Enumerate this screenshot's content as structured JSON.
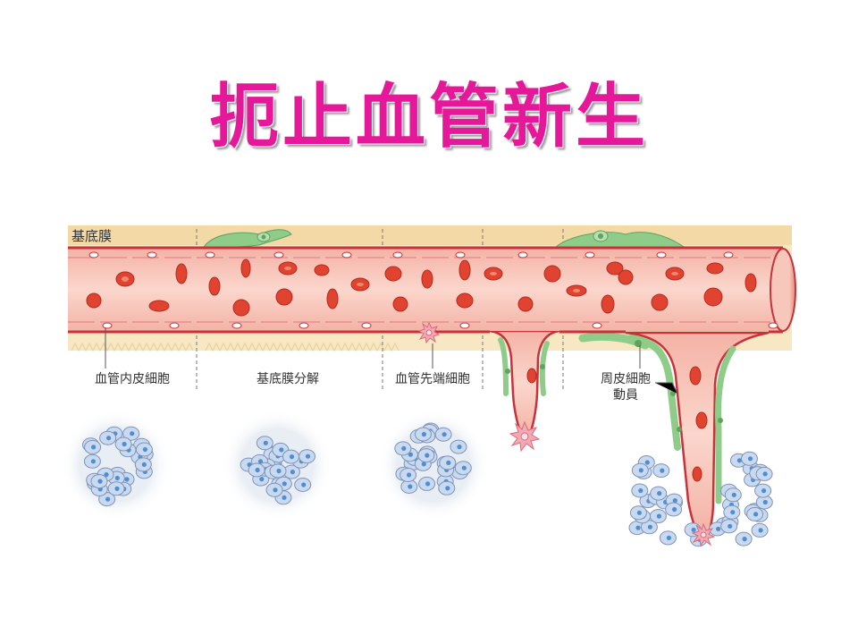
{
  "title": "扼止血管新生",
  "labels": {
    "basement_membrane": "基底膜",
    "endothelial_cell": "血管内皮細胞",
    "membrane_breakdown": "基底膜分解",
    "tip_cell": "血管先端細胞",
    "pericyte_line1": "周皮細胞",
    "pericyte_line2": "動員"
  },
  "colors": {
    "title": "#e6189a",
    "vessel_fill": "#f8c7bc",
    "vessel_wall": "#c8323a",
    "blood_cell": "#e0432f",
    "pericyte": "#8fcc8a",
    "membrane": "#f6e3b8",
    "tumor_cell": "#c9d9f0"
  },
  "icons": [
    "red-blood-cell-icon",
    "pericyte-icon",
    "tip-cell-icon",
    "tumor-cell-cluster-icon"
  ]
}
